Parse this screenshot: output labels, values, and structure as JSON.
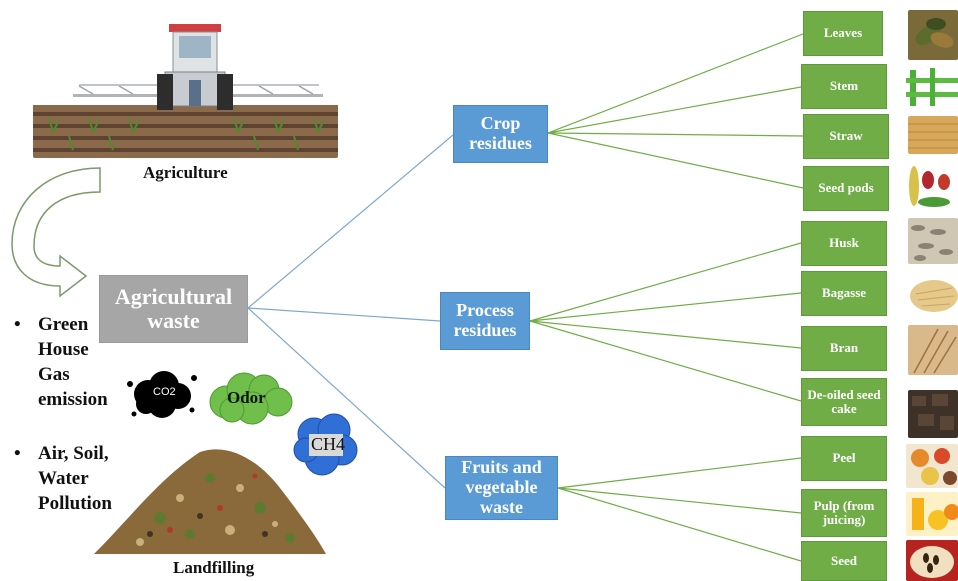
{
  "root": {
    "label": "Agricultural waste"
  },
  "categories": {
    "crop": "Crop residues",
    "process": "Process residues",
    "fruits": "Fruits and vegetable waste"
  },
  "leaves": {
    "leaves": "Leaves",
    "stem": "Stem",
    "straw": "Straw",
    "seed_pods": "Seed pods",
    "husk": "Husk",
    "bagasse": "Bagasse",
    "bran": "Bran",
    "deoiled": "De-oiled seed cake",
    "peel": "Peel",
    "pulp": "Pulp (from juicing)",
    "seed": "Seed"
  },
  "labels": {
    "agriculture": "Agriculture",
    "landfilling": "Landfilling",
    "odor": "Odor",
    "co2": "CO2",
    "ch4": "CH4"
  },
  "bullets": [
    "Green House Gas emission",
    "Air, Soil, Water Pollution"
  ],
  "colors": {
    "root": "#a6a6a6",
    "category": "#5b9bd5",
    "leaf": "#70ad47",
    "connector_blue": "#7fa8d0",
    "connector_green": "#70ad47"
  }
}
